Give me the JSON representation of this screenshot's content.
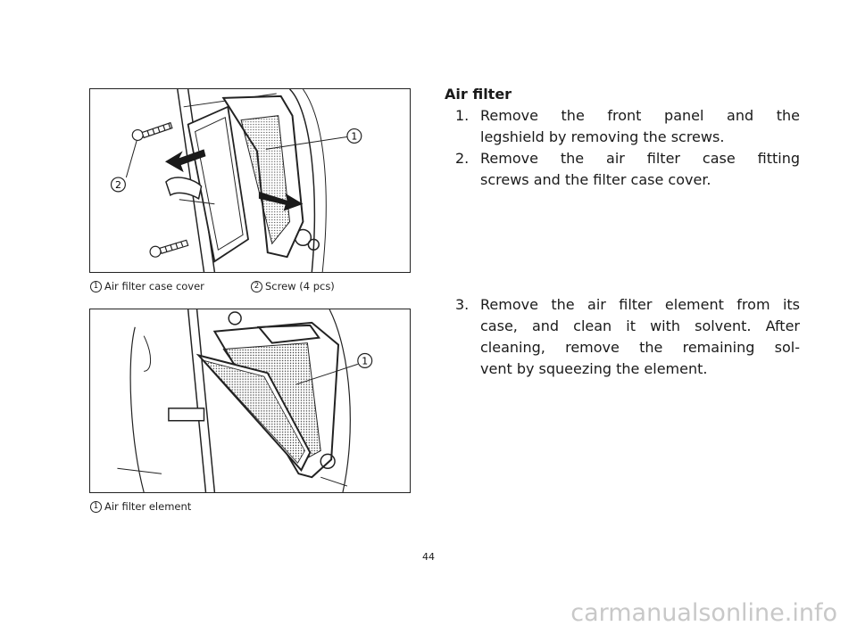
{
  "figure1": {
    "callouts": [
      "1",
      "2"
    ],
    "captions": [
      {
        "num": "1",
        "text": "Air filter case cover"
      },
      {
        "num": "2",
        "text": "Screw (4 pcs)"
      }
    ]
  },
  "figure2": {
    "callouts": [
      "1"
    ],
    "captions": [
      {
        "num": "1",
        "text": "Air filter element"
      }
    ]
  },
  "section": {
    "heading": "Air filter",
    "steps": [
      {
        "num": "1.",
        "line1": "Remove the front panel and the",
        "line2": "legshield by removing the screws."
      },
      {
        "num": "2.",
        "line1": "Remove the air filter case fitting",
        "line2": "screws and the filter case cover."
      },
      {
        "num": "3.",
        "lines": [
          "Remove the air filter element from its",
          "case, and clean it with solvent. After",
          "cleaning, remove the remaining sol-",
          "vent by squeezing the element."
        ]
      }
    ]
  },
  "page_number": "44",
  "watermark": "carmanualsonline.info"
}
